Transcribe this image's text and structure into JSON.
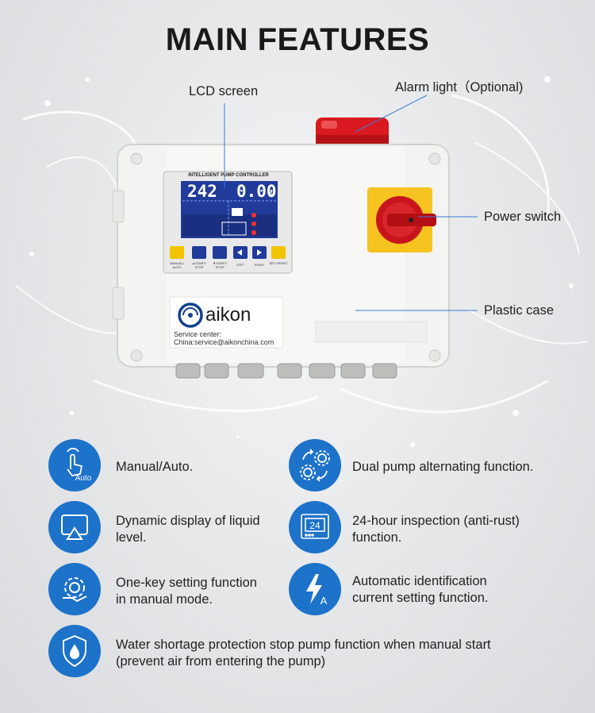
{
  "title": "MAIN FEATURES",
  "callouts": {
    "lcd": "LCD screen",
    "alarm": "Alarm light（Optional)",
    "power": "Power switch",
    "case": "Plastic case"
  },
  "device": {
    "panel_title": "INTELLIGENT PUMP CONTROLLER",
    "display_left": "242",
    "display_right": "0.00",
    "display_unit": "A",
    "buttons": [
      "MANUAL/ AUTO",
      "▲START/ STOP",
      "▼START/ STOP",
      "LEFT",
      "RIGHT",
      "SET/ RESET"
    ],
    "brand": "aikon",
    "service_line1": "Service center:",
    "service_line2": "China:service@aikonchina.com"
  },
  "features": [
    {
      "icon": "hand-touch-auto-icon",
      "icon_text": "Auto",
      "line1": "Manual/Auto.",
      "line2": ""
    },
    {
      "icon": "dual-gear-cycle-icon",
      "icon_text": "",
      "line1": "Dual pump alternating function.",
      "line2": ""
    },
    {
      "icon": "liquid-level-display-icon",
      "icon_text": "",
      "line1": "Dynamic display of liquid",
      "line2": "level."
    },
    {
      "icon": "clock-24-hour-icon",
      "icon_text": "24",
      "line1": "24-hour inspection (anti-rust)",
      "line2": "function."
    },
    {
      "icon": "gear-hand-setting-icon",
      "icon_text": "",
      "line1": "One-key setting function",
      "line2": "in manual mode."
    },
    {
      "icon": "lightning-current-icon",
      "icon_text": "A",
      "line1": "Automatic identification",
      "line2": "current setting function."
    },
    {
      "icon": "water-shield-icon",
      "icon_text": "",
      "line1": "Water shortage protection stop pump function when manual start",
      "line2": "(prevent air from entering the pump)"
    }
  ],
  "colors": {
    "accent_blue": "#1d72c9",
    "switch_yellow": "#f6c321",
    "switch_red": "#c8141c",
    "alarm_red": "#d9191f",
    "lcd_blue": "#203b9a"
  }
}
